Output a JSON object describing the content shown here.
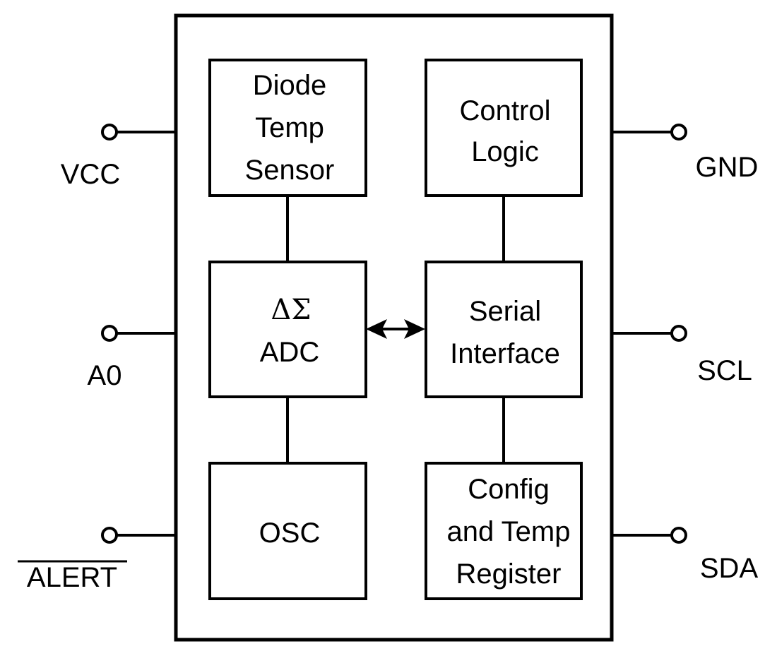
{
  "pins": {
    "vcc": "VCC",
    "a0": "A0",
    "alert": "ALERT",
    "gnd": "GND",
    "scl": "SCL",
    "sda": "SDA"
  },
  "blocks": {
    "diode_sensor": [
      "Diode",
      "Temp",
      "Sensor"
    ],
    "control_logic": [
      "Control",
      "Logic"
    ],
    "adc": [
      "ΔΣ",
      "ADC"
    ],
    "serial_interface": [
      "Serial",
      "Interface"
    ],
    "osc": [
      "OSC"
    ],
    "config_register": [
      "Config",
      "and Temp",
      "Register"
    ]
  },
  "colors": {
    "line": "#000000",
    "background": "#ffffff"
  }
}
